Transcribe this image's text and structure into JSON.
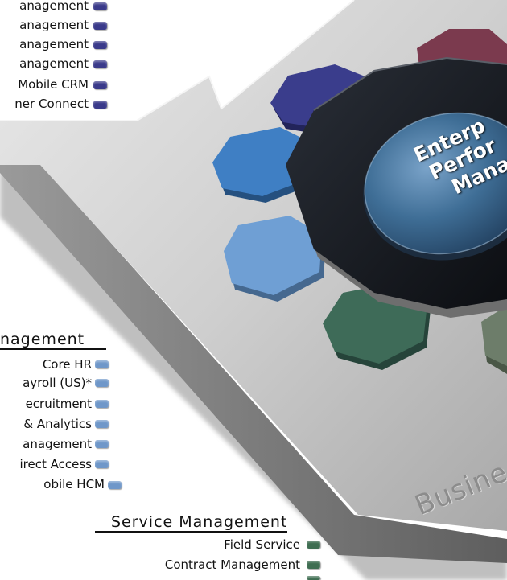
{
  "crm_items": [
    {
      "label": "anagement",
      "color": "#3a3a8a"
    },
    {
      "label": "anagement",
      "color": "#3a3a8a"
    },
    {
      "label": "anagement",
      "color": "#3a3a8a"
    },
    {
      "label": "anagement",
      "color": "#3a3a8a"
    },
    {
      "label": "Mobile CRM",
      "color": "#3a3a8a"
    },
    {
      "label": "ner Connect",
      "color": "#3a3a8a"
    }
  ],
  "hcm": {
    "heading": "nagement",
    "items": [
      {
        "label": "Core HR",
        "color": "#6f97c9"
      },
      {
        "label": "ayroll (US)*",
        "color": "#6f97c9"
      },
      {
        "label": "ecruitment",
        "color": "#6f97c9"
      },
      {
        "label": "& Analytics",
        "color": "#6f97c9"
      },
      {
        "label": "anagement",
        "color": "#6f97c9"
      },
      {
        "label": "irect Access",
        "color": "#6f97c9"
      },
      {
        "label": "obile HCM",
        "color": "#6f97c9"
      }
    ]
  },
  "service": {
    "heading": "Service Management",
    "items": [
      {
        "label": "Field Service",
        "color": "#3f6e52"
      },
      {
        "label": "Contract Management",
        "color": "#3f6e52"
      }
    ]
  },
  "center_label": [
    "Enterp",
    "Perfor",
    "Mana"
  ],
  "platform_label": "Busine",
  "petal_colors": {
    "maroon": "#7b3a4e",
    "navy": "#3a3d8c",
    "blue": "#3f7fc4",
    "light_blue": "#6f9fd4",
    "green": "#3e6b58",
    "gray_green": "#6d7d6a"
  }
}
